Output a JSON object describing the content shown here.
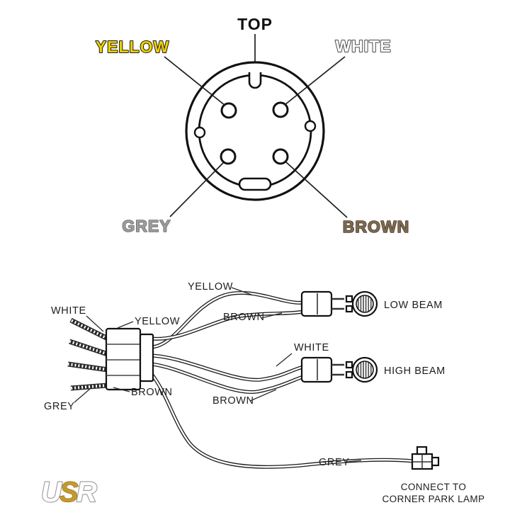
{
  "pinout": {
    "top_label": "TOP",
    "yellow_label": "YELLOW",
    "white_label": "WHITE",
    "grey_label": "GREY",
    "brown_label": "BROWN",
    "colors": {
      "yellow": "#eecf00",
      "white": "#ffffff",
      "grey": "#9c9c9c",
      "brown": "#7d6a52"
    }
  },
  "harness": {
    "plug_labels": {
      "white": "WHITE",
      "yellow": "YELLOW",
      "grey": "GREY",
      "brown": "BROWN"
    },
    "wire_labels": {
      "yellow_low": "YELLOW",
      "brown_low": "BROWN",
      "white_high": "WHITE",
      "brown_high": "BROWN",
      "grey_park": "GREY"
    },
    "low_beam_label": "LOW BEAM",
    "high_beam_label": "HIGH BEAM",
    "park_lamp_note_line1": "CONNECT TO",
    "park_lamp_note_line2": "CORNER PARK LAMP"
  },
  "logo": {
    "letter_u": "U",
    "letter_s": "S",
    "letter_r": "R",
    "gold": "#c59a2d",
    "grey": "#a3a3a3"
  }
}
